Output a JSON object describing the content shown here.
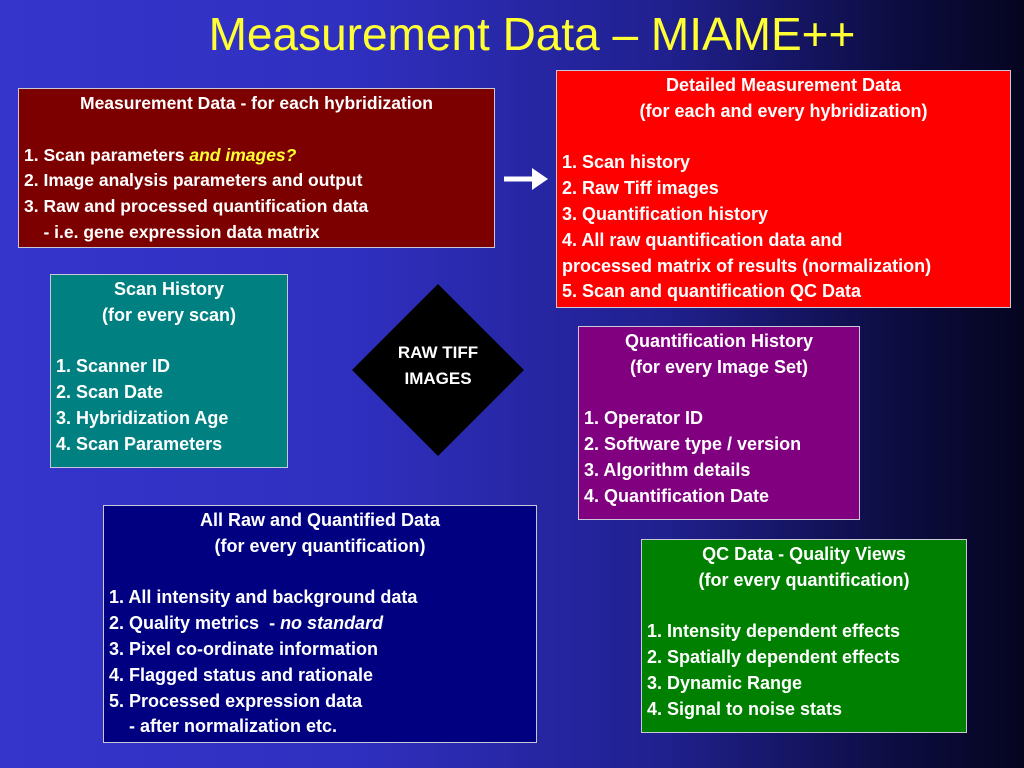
{
  "title": "Measurement Data – MIAME++",
  "measurement_data": {
    "heading": "Measurement Data - for each hybridization",
    "item1_prefix": "1. Scan parameters ",
    "item1_highlight": "and images?",
    "item2": "2. Image analysis parameters and output",
    "item3": "3. Raw and processed quantification data",
    "item3_sub": "    - i.e. gene expression data matrix"
  },
  "detailed_measurement": {
    "heading": "Detailed Measurement Data",
    "subheading": "(for each and every hybridization)",
    "items": [
      "1. Scan history",
      "2. Raw Tiff images",
      "3. Quantification history",
      "4. All raw quantification data and",
      "processed matrix of results (normalization)",
      "5. Scan and quantification QC Data"
    ]
  },
  "scan_history": {
    "heading": "Scan History",
    "subheading": "(for every scan)",
    "items": [
      "1. Scanner ID",
      "2. Scan Date",
      "3. Hybridization Age",
      "4. Scan Parameters"
    ]
  },
  "raw_tiff": {
    "line1": "RAW TIFF",
    "line2": "IMAGES"
  },
  "quantification_history": {
    "heading": "Quantification History",
    "subheading": "(for every Image Set)",
    "items": [
      "1. Operator ID",
      "2. Software type / version",
      "3. Algorithm details",
      "4. Quantification Date"
    ]
  },
  "all_raw": {
    "heading": "All Raw and Quantified Data",
    "subheading": "(for every quantification)",
    "item1": "1. All intensity and background data",
    "item2_prefix": "2. Quality metrics  - ",
    "item2_highlight": "no standard",
    "item3": "3. Pixel co-ordinate information",
    "item4": "4. Flagged status and rationale",
    "item5": "5. Processed expression data",
    "item5_sub": "    - after normalization etc."
  },
  "qc_data": {
    "heading": "QC Data - Quality Views",
    "subheading": "(for every quantification)",
    "items": [
      "1. Intensity dependent effects",
      "2. Spatially dependent effects",
      "3. Dynamic Range",
      "4. Signal to noise stats"
    ]
  },
  "colors": {
    "title": "#ffff33",
    "measurement_box": "#7d0000",
    "detailed_box": "#ff0000",
    "scan_history_box": "#008080",
    "quantification_box": "#800080",
    "raw_data_box": "#000080",
    "qc_box": "#008000",
    "diamond": "#000000"
  }
}
